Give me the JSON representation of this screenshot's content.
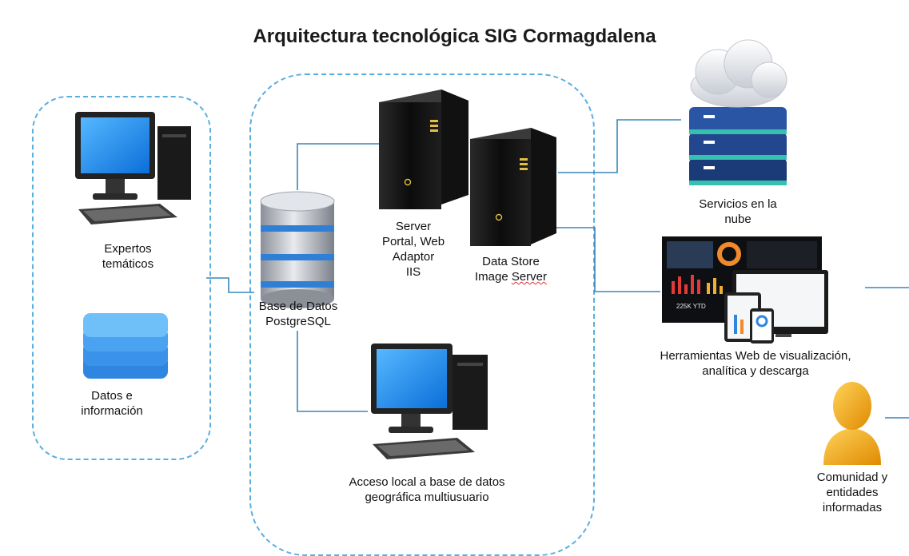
{
  "title": "Arquitectura tecnológica SIG Cormagdalena",
  "nodes": {
    "expertos": {
      "line1": "Expertos",
      "line2": "temáticos"
    },
    "datos": {
      "line1": "Datos e",
      "line2": "información"
    },
    "base_datos": {
      "line1": "Base de Datos",
      "line2": "PostgreSQL"
    },
    "server": {
      "line1": "Server",
      "line2": "Portal, Web",
      "line3": "Adaptor",
      "line4": "IIS"
    },
    "data_store": {
      "line1": "Data Store",
      "line2": "Image Server"
    },
    "acceso_local": {
      "line1": "Acceso local a base de datos",
      "line2": "geográfica multiusuario"
    },
    "servicios_nube": {
      "line1": "Servicios en la",
      "line2": "nube"
    },
    "herramientas": {
      "line1": "Herramientas Web de visualización,",
      "line2": "analítica y descarga"
    },
    "comunidad": {
      "line1": "Comunidad y",
      "line2": "entidades",
      "line3": "informadas"
    }
  },
  "colors": {
    "connector": "#3a86b8",
    "frame": "#5aaee0",
    "monitor_screen": "#1f8ff0",
    "db_ring": "#2f7fd6",
    "stack": "#4aa8ee",
    "server_rack": "#1b3a78",
    "person": "#f2a81d"
  },
  "dashboard_text": {
    "kpi": "225K YTD"
  }
}
